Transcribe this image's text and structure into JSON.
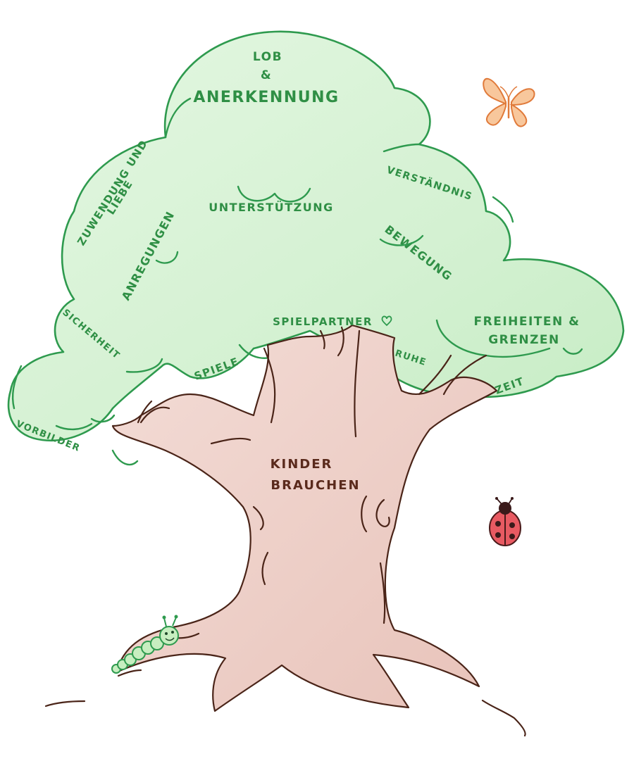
{
  "center_label": [
    "KINDER",
    "BRAUCHEN"
  ],
  "needs": {
    "lob_line1": "LOB",
    "lob_line2": "&",
    "lob_line3": "ANERKENNUNG",
    "zuwendung_line1": "ZUWENDUNG UND",
    "zuwendung_line2": "LIEBE",
    "unterstuetzung": "UNTERSTÜTZUNG",
    "verstaendnis": "VERSTÄNDNIS",
    "anregungen": "ANREGUNGEN",
    "bewegung": "BEWEGUNG",
    "sicherheit": "SICHERHEIT",
    "spielpartner": "SPIELPARTNER",
    "freiheiten_line1": "FREIHEITEN &",
    "freiheiten_line2": "GRENZEN",
    "spiele": "SPIELE",
    "ruhe": "RUHE",
    "zeit": "ZEIT",
    "vorbilder": "VORBILDER"
  },
  "colors": {
    "crown_fill": "#d8f3d6",
    "crown_stroke": "#2e9a4e",
    "label_green": "#2f8f45",
    "trunk_fill": "#f0d3cd",
    "trunk_stroke": "#4a2418",
    "butterfly": "#f2a36b",
    "ladybug": "#e0505a"
  },
  "decorations": [
    "heart-icon",
    "butterfly-icon",
    "ladybug-icon",
    "caterpillar-icon"
  ]
}
